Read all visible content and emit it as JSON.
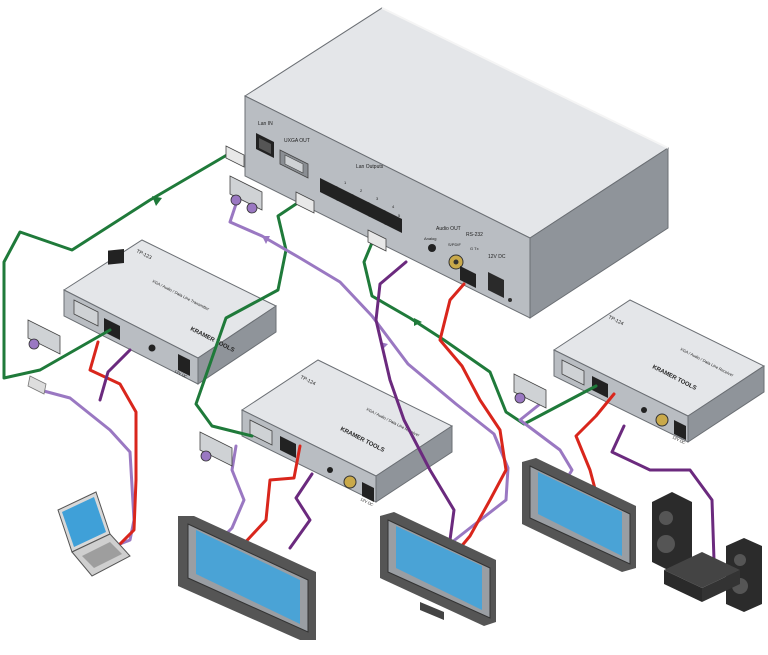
{
  "colors": {
    "lan_cable": "#1f7a3a",
    "video_cable": "#9a78c2",
    "rs232_cable": "#d9261c",
    "audio_cable": "#6b2a7e",
    "device_top": "#e4e6e9",
    "device_front": "#b9bdc2",
    "device_side": "#8f949a"
  },
  "main_unit": {
    "lan_in_label": "Lan IN",
    "uxga_out_label": "UXGA OUT",
    "lan_outputs_label": "Lan Outputs",
    "port_numbers": [
      "1",
      "2",
      "3",
      "4",
      "5"
    ],
    "analog_label": "Analog",
    "audio_out_label": "Audio OUT",
    "spdif_label": "S/PDIF",
    "rs232_label": "RS-232",
    "rs232_pins_label": "G Tx",
    "power_label": "12V DC"
  },
  "transmitter": {
    "model": "TP-123",
    "description": "XGA / Audio / Data Line Transmitter",
    "brand": "KRAMER TOOLS",
    "power_label": "12V DC"
  },
  "receiver_center": {
    "model": "TP-124",
    "description": "XGA / Audio / Data Line Receiver",
    "brand": "KRAMER TOOLS",
    "power_label": "12V DC"
  },
  "receiver_right": {
    "model": "TP-124",
    "description": "XGA / Audio / Data Line Receiver",
    "brand": "KRAMER TOOLS",
    "power_label": "12V DC"
  },
  "icons": [
    "laptop-icon",
    "display-icon",
    "speaker-icon",
    "amplifier-icon"
  ]
}
